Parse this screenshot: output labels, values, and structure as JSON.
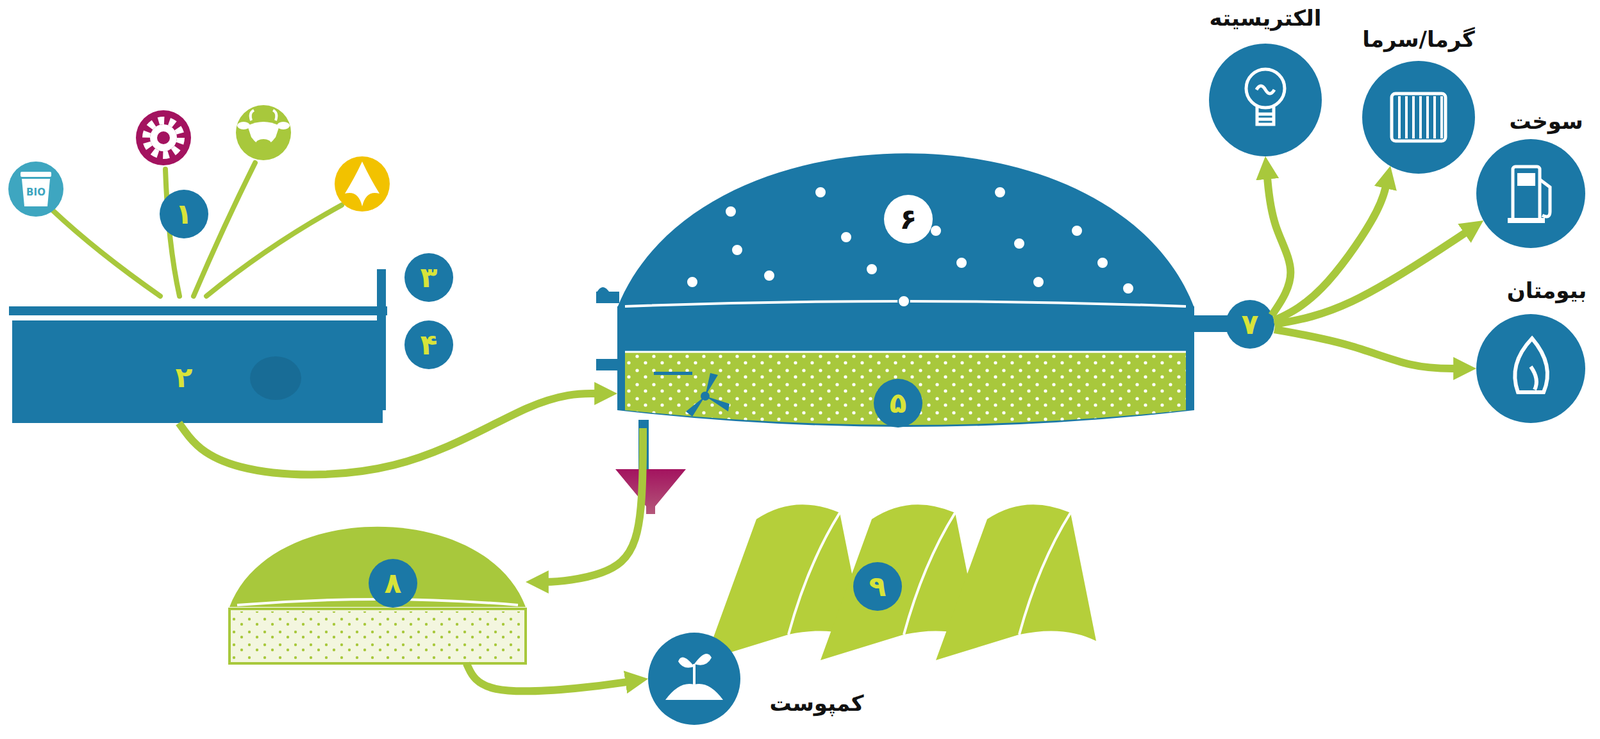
{
  "diagram": {
    "nodes": [
      {
        "text": [
          "۲"
        ]
      },
      {
        "text": [
          "۶"
        ]
      },
      {
        "text": [
          "۵"
        ],
        "in": 1
      },
      {
        "text": [
          "۷"
        ]
      },
      {
        "text": [
          "الکتریسیته"
        ]
      },
      {
        "text": [
          "گرما/سرما"
        ]
      },
      {
        "text": [
          "سوخت"
        ]
      },
      {
        "text": [
          "بیومتان"
        ]
      },
      {
        "text": [
          "۸"
        ]
      },
      {
        "text": [
          "کمپوست"
        ]
      }
    ],
    "edges": [
      {
        "from": 0,
        "to": 1,
        "arrow": "to"
      },
      {
        "from": 1,
        "to": 8,
        "arrow": "to"
      },
      {
        "from": 8,
        "to": 9,
        "arrow": "to"
      },
      {
        "from": 3,
        "to": 4,
        "arrow": "to"
      },
      {
        "from": 3,
        "to": 5,
        "arrow": "to"
      },
      {
        "from": 3,
        "to": 6,
        "arrow": "to"
      },
      {
        "from": 3,
        "to": 7,
        "arrow": "to"
      }
    ],
    "labels": [
      "BIO",
      "۱",
      "۳",
      "۴",
      "۹"
    ]
  }
}
